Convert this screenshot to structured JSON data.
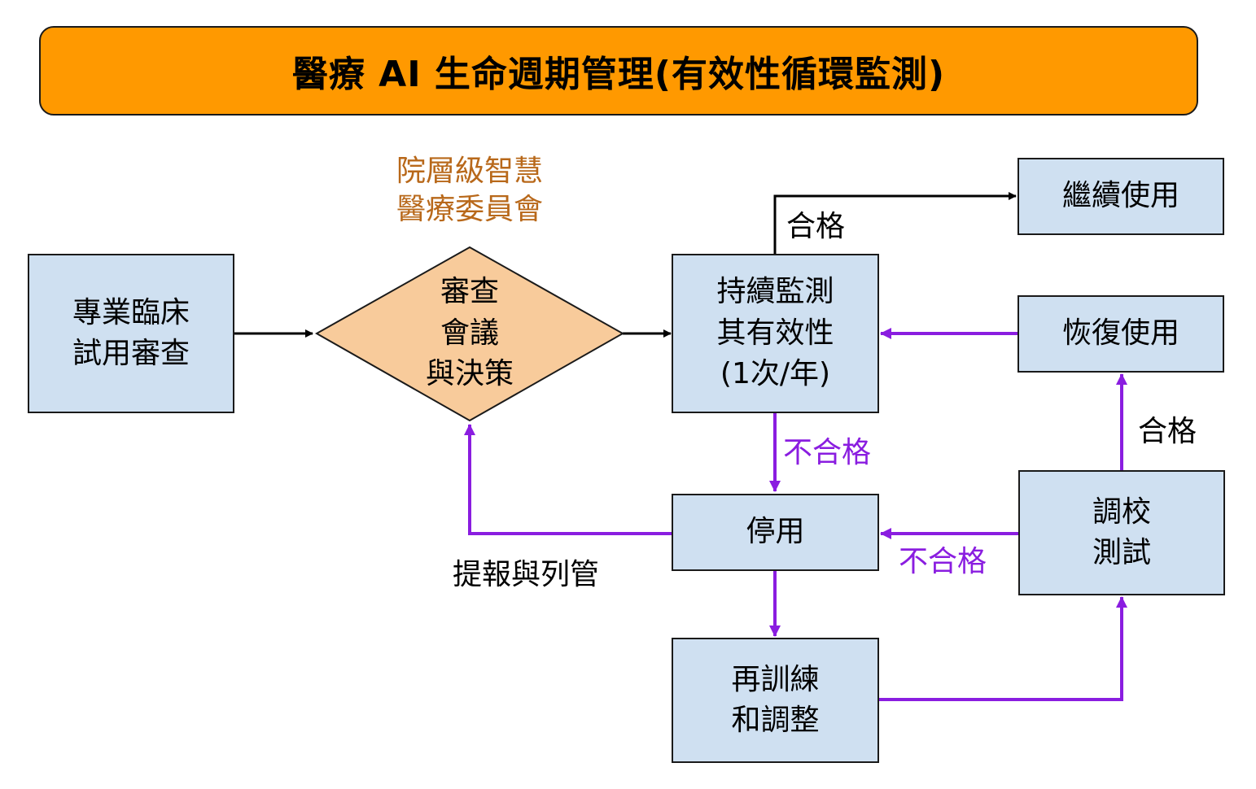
{
  "title": "醫療 AI 生命週期管理(有效性循環監測)",
  "committee": "院層級智慧\n醫療委員會",
  "nodes": {
    "clinical_review": "專業臨床\n試用審查",
    "decision": "審查\n會議\n與決策",
    "monitor": "持續監測\n其有效性\n(1次/年)",
    "continue_use": "繼續使用",
    "resume_use": "恢復使用",
    "suspend": "停用",
    "calibration": "調校\n測試",
    "retrain": "再訓練\n和調整"
  },
  "edge_labels": {
    "pass_top": "合格",
    "fail_down": "不合格",
    "pass_right": "合格",
    "fail_left": "不合格",
    "report": "提報與列管"
  },
  "colors": {
    "title_bg": "#ff9900",
    "box_fill": "#cfe0f1",
    "diamond_fill": "#f8cb9b",
    "committee_text": "#b8681a",
    "purple": "#8a1de0",
    "black": "#000000"
  }
}
